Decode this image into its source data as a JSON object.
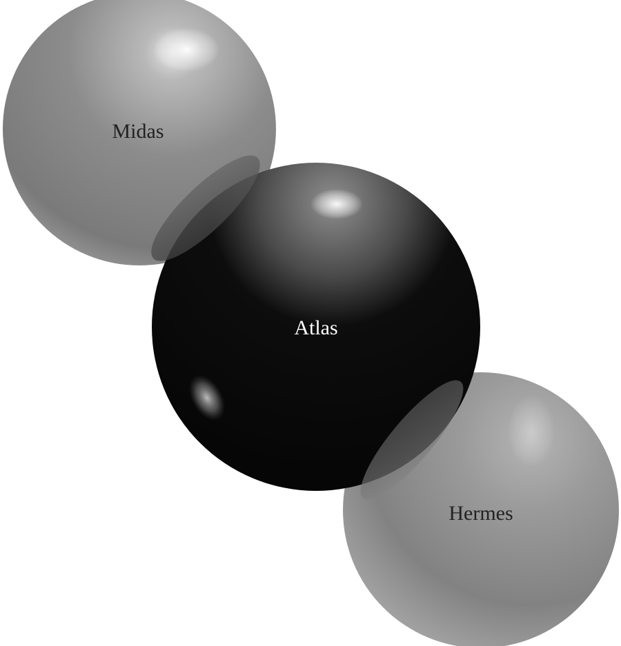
{
  "diagram": {
    "spheres": {
      "top": {
        "label": "Midas",
        "shade": "light-gray",
        "label_color": "#222222"
      },
      "center": {
        "label": "Atlas",
        "shade": "black",
        "label_color": "#ffffff"
      },
      "bottom": {
        "label": "Hermes",
        "shade": "light-gray",
        "label_color": "#222222"
      }
    },
    "colors": {
      "background": "#ffffff",
      "light_sphere_base": "#8a8a8a",
      "light_sphere_highlight": "#d8d8d8",
      "dark_sphere_base": "#0a0a0a",
      "dark_sphere_highlight": "#7a7a7a",
      "junction": "#5a5a5a"
    }
  }
}
